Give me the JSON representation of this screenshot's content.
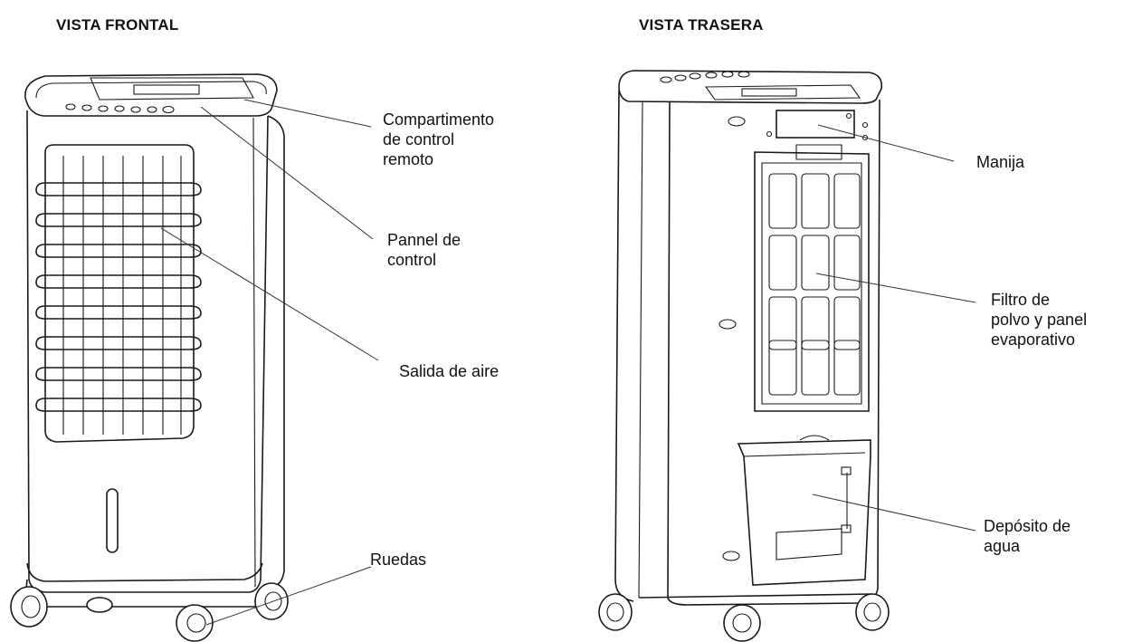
{
  "views": {
    "front": {
      "title": "VISTA FRONTAL",
      "labels": {
        "remote": "Compartimento\nde control\nremoto",
        "panel": "Pannel de\ncontrol",
        "outlet": "Salida de aire",
        "wheels": "Ruedas"
      }
    },
    "rear": {
      "title": "VISTA TRASERA",
      "labels": {
        "handle": "Manija",
        "filter": "Filtro de\npolvo y panel\nevaporativo",
        "tank": "Depósito de\nagua"
      }
    }
  }
}
